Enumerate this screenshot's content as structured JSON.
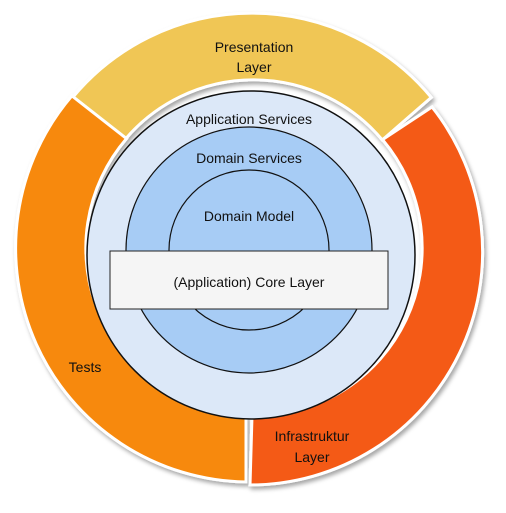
{
  "layers": {
    "presentation": {
      "line1": "Presentation",
      "line2": "Layer",
      "color": "#F0C654"
    },
    "tests": {
      "label": "Tests",
      "color": "#F7890F"
    },
    "infrastructure": {
      "line1": "Infrastruktur",
      "line2": "Layer",
      "color": "#F45A19"
    },
    "application_services": {
      "label": "Application Services",
      "color": "#DCE8F8"
    },
    "domain_services": {
      "label": "Domain Services",
      "color": "#A7CCF5"
    },
    "domain_model": {
      "label": "Domain Model",
      "color": "#A7CCF5"
    },
    "core_layer": {
      "label": "(Application) Core Layer",
      "color": "#F5F5F5"
    }
  }
}
